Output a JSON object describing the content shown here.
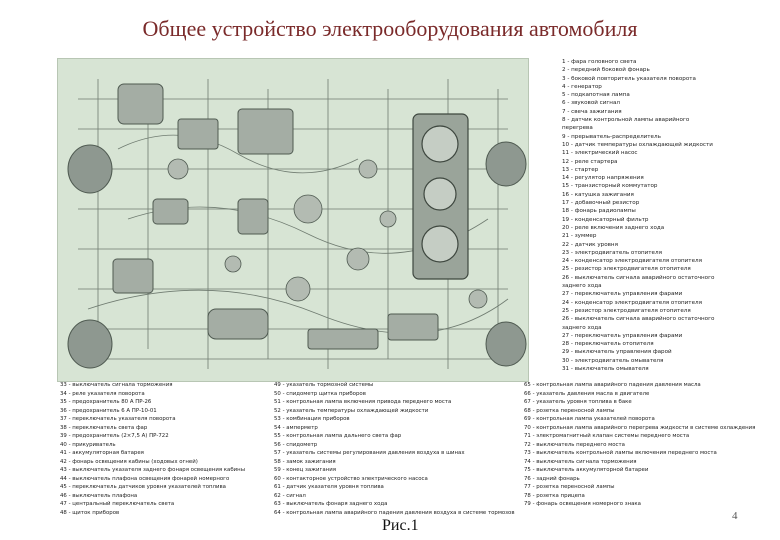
{
  "title": "Общее устройство электрооборудования автомобиля",
  "figure_caption": "Рис.1",
  "page_number": "4",
  "colors": {
    "title": "#7a2a2a",
    "diagram_bg": "#d7e4d4",
    "wire": "#6f7b70",
    "panel": "#9aa49a"
  },
  "legend_right": [
    "1 - фара головного света",
    "2 - передний боковой фонарь",
    "3 - боковой повторитель указателя поворота",
    "4 - генератор",
    "5 - подкапотная лампа",
    "6 - звуковой сигнал",
    "7 - свеча зажигания",
    "8 - датчик контрольной лампы аварийного",
    "перегрева",
    "9 - прерыватель-распределитель",
    "10 - датчик температуры охлаждающей жидкости",
    "11 - электрический насос",
    "12 - реле стартера",
    "13 - стартер",
    "14 - регулятор напряжения",
    "15 - транзисторный коммутатор",
    "16 - катушка зажигания",
    "17 - добавочный резистор",
    "18 - фонарь радиолампы",
    "19 - конденсаторный фильтр",
    "20 - реле включения заднего хода",
    "21 - зуммер",
    "22 - датчик уровня",
    "23 - электродвигатель отопителя",
    "24 - конденсатор электродвигателя отопителя",
    "25 - резистор электродвигателя отопителя",
    "26 - выключатель сигнала аварийного остаточного",
    "заднего хода",
    "27 - переключатель управления фарами",
    "24 - конденсатор электродвигателя отопителя",
    "25 - резистор электродвигателя отопителя",
    "26 - выключатель сигнала аварийного остаточного",
    "заднего хода",
    "27 - переключатель управления фарами",
    "28 - переключатель отопителя",
    "29 - выключатель управления фарой",
    "30 - электродвигатель омывателя",
    "31 - выключатель омывателя"
  ],
  "legend_col1": [
    "33 - выключатель сигнала торможения",
    "34 - реле указателя поворота",
    "35 - предохранитель 80 А ПР-26",
    "36 - предохранитель 6 А ПР-10-01",
    "37 - переключатель указателя поворота",
    "38 - переключатель света фар",
    "39 - предохранитель (2×7,5 А) ПР-722",
    "40 - прикуриватель",
    "41 - аккумуляторная батарея",
    "42 - фонарь освещения кабины (ходовых огней)",
    "43 - выключатель указателя заднего фонаря освещения кабины",
    "44 - выключатель плафона освещения фонарей номерного",
    "45 - переключатель датчиков уровня указателей топлива",
    "46 - выключатель плафона",
    "47 - центральный переключатель света",
    "48 - щиток приборов"
  ],
  "legend_col2": [
    "49 - указатель тормозной системы",
    "50 - спидометр щитка приборов",
    "51 - контрольная лампа включения привода переднего моста",
    "52 - указатель температуры охлаждающей жидкости",
    "53 - комбинация приборов",
    "54 - амперметр",
    "55 - контрольная лампа дальнего света фар",
    "56 - спидометр",
    "57 - указатель системы регулирования давления воздуха в шинах",
    "58 - замок зажигания",
    "59 - конец зажигания",
    "60 - контакторное устройство электрического насоса",
    "61 - датчик указателя уровня топлива",
    "62 - сигнал",
    "63 - выключатель фонаря заднего хода",
    "64 - контрольная лампа аварийного падения давления воздуха в системе тормозов"
  ],
  "legend_col3": [
    "65 - контрольная лампа аварийного падения давления масла",
    "66 - указатель давления масла в двигателе",
    "67 - указатель уровня топлива в баке",
    "68 - розетка переносной лампы",
    "69 - контрольная лампа указателей поворота",
    "70 - контрольная лампа аварийного перегрева жидкости в системе охлаждения",
    "71 - электромагнитный клапан системы переднего моста",
    "72 - выключатель переднего моста",
    "73 - выключатель контрольной лампы включения переднего моста",
    "74 - выключатель сигнала торможения",
    "75 - выключатель аккумуляторной батареи",
    "76 - задний фонарь",
    "77 - розетка переносной лампы",
    "78 - розетка прицепа",
    "79 - фонарь освещения номерного знака"
  ]
}
